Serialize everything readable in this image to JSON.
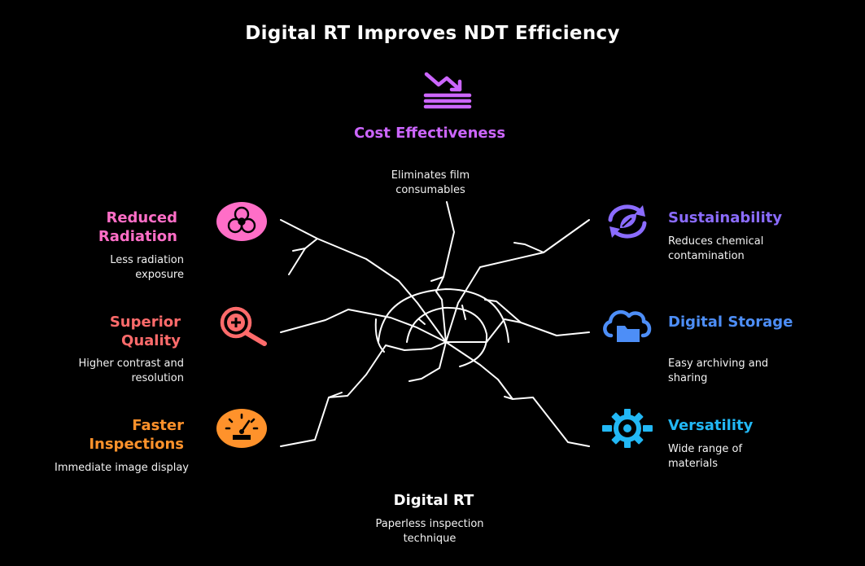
{
  "title": "Digital RT Improves NDT Efficiency",
  "center": {
    "label": "Digital RT",
    "description": "Paperless inspection technique"
  },
  "items": {
    "cost": {
      "label": "Cost Effectiveness",
      "description": "Eliminates film consumables",
      "color": "#cc66ff",
      "icon": "chart-down-icon"
    },
    "radiation": {
      "label": "Reduced Radiation",
      "description": "Less radiation exposure",
      "color": "#ff6ec7",
      "icon": "biohazard-icon"
    },
    "quality": {
      "label": "Superior Quality",
      "description": "Higher contrast and resolution",
      "color": "#ff6b6b",
      "icon": "magnifier-plus-icon"
    },
    "faster": {
      "label": "Faster Inspections",
      "description": "Immediate image display",
      "color": "#ff922b",
      "icon": "speedometer-icon"
    },
    "sustainability": {
      "label": "Sustainability",
      "description": "Reduces chemical contamination",
      "color": "#8b6cff",
      "icon": "recycle-leaf-icon"
    },
    "storage": {
      "label": "Digital Storage",
      "description": "Easy archiving and sharing",
      "color": "#4d8ef7",
      "icon": "cloud-folder-icon"
    },
    "versatility": {
      "label": "Versatility",
      "description": "Wide range of materials",
      "color": "#22b8f5",
      "icon": "gear-icon"
    }
  }
}
